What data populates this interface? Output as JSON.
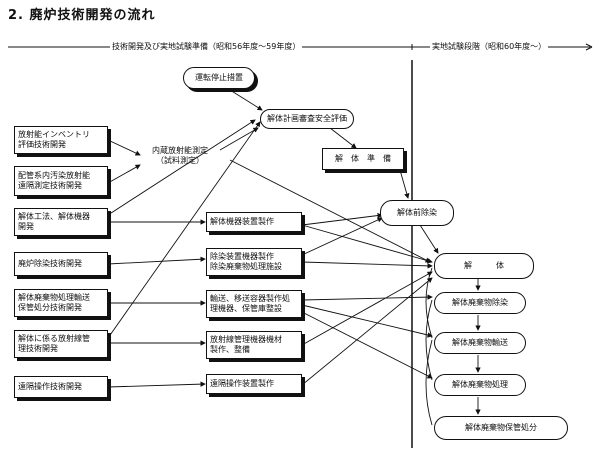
{
  "title": "2. 廃炉技術開発の流れ",
  "phases": {
    "development": "技術開発及び実地試験準備（昭和56年度～59年度）",
    "field_test": "実地試験段階（昭和60年度～）"
  },
  "left_boxes": [
    "放射能インベントリ\n評価技術開発",
    "配管系内汚染放射能\n遠隔測定技術開発",
    "解体工法、解体機器\n開発",
    "廃炉除染技術開発",
    "解体廃棄物処理輸送\n保管処分技術開発",
    "解体に係る放射線管\n理技術開発",
    "遠隔操作技術開発"
  ],
  "middle_boxes": {
    "internal_measure": "内蔵放射能測定\n（試料測定）",
    "machine_make": "解体機器装置製作",
    "decon_make": "除染装置機器製作\n除染廃棄物処理施設",
    "transport_make": "輸送、移送容器製作処\n理機器、保管庫整設",
    "radmgmt_make": "放射線管理機器機材\n製作、整備",
    "remote_make": "遠隔操作装置製作"
  },
  "top_nodes": {
    "operation_stop": "運転停止措置",
    "safety_review": "解体計画審査安全評価",
    "preparation": "解　体　準　備",
    "pre_decon": "解体前除染"
  },
  "right_nodes": [
    "解　　　体",
    "解体廃棄物除染",
    "解体廃棄物輸送",
    "解体廃棄物処理",
    "解体廃棄物保管処分"
  ]
}
